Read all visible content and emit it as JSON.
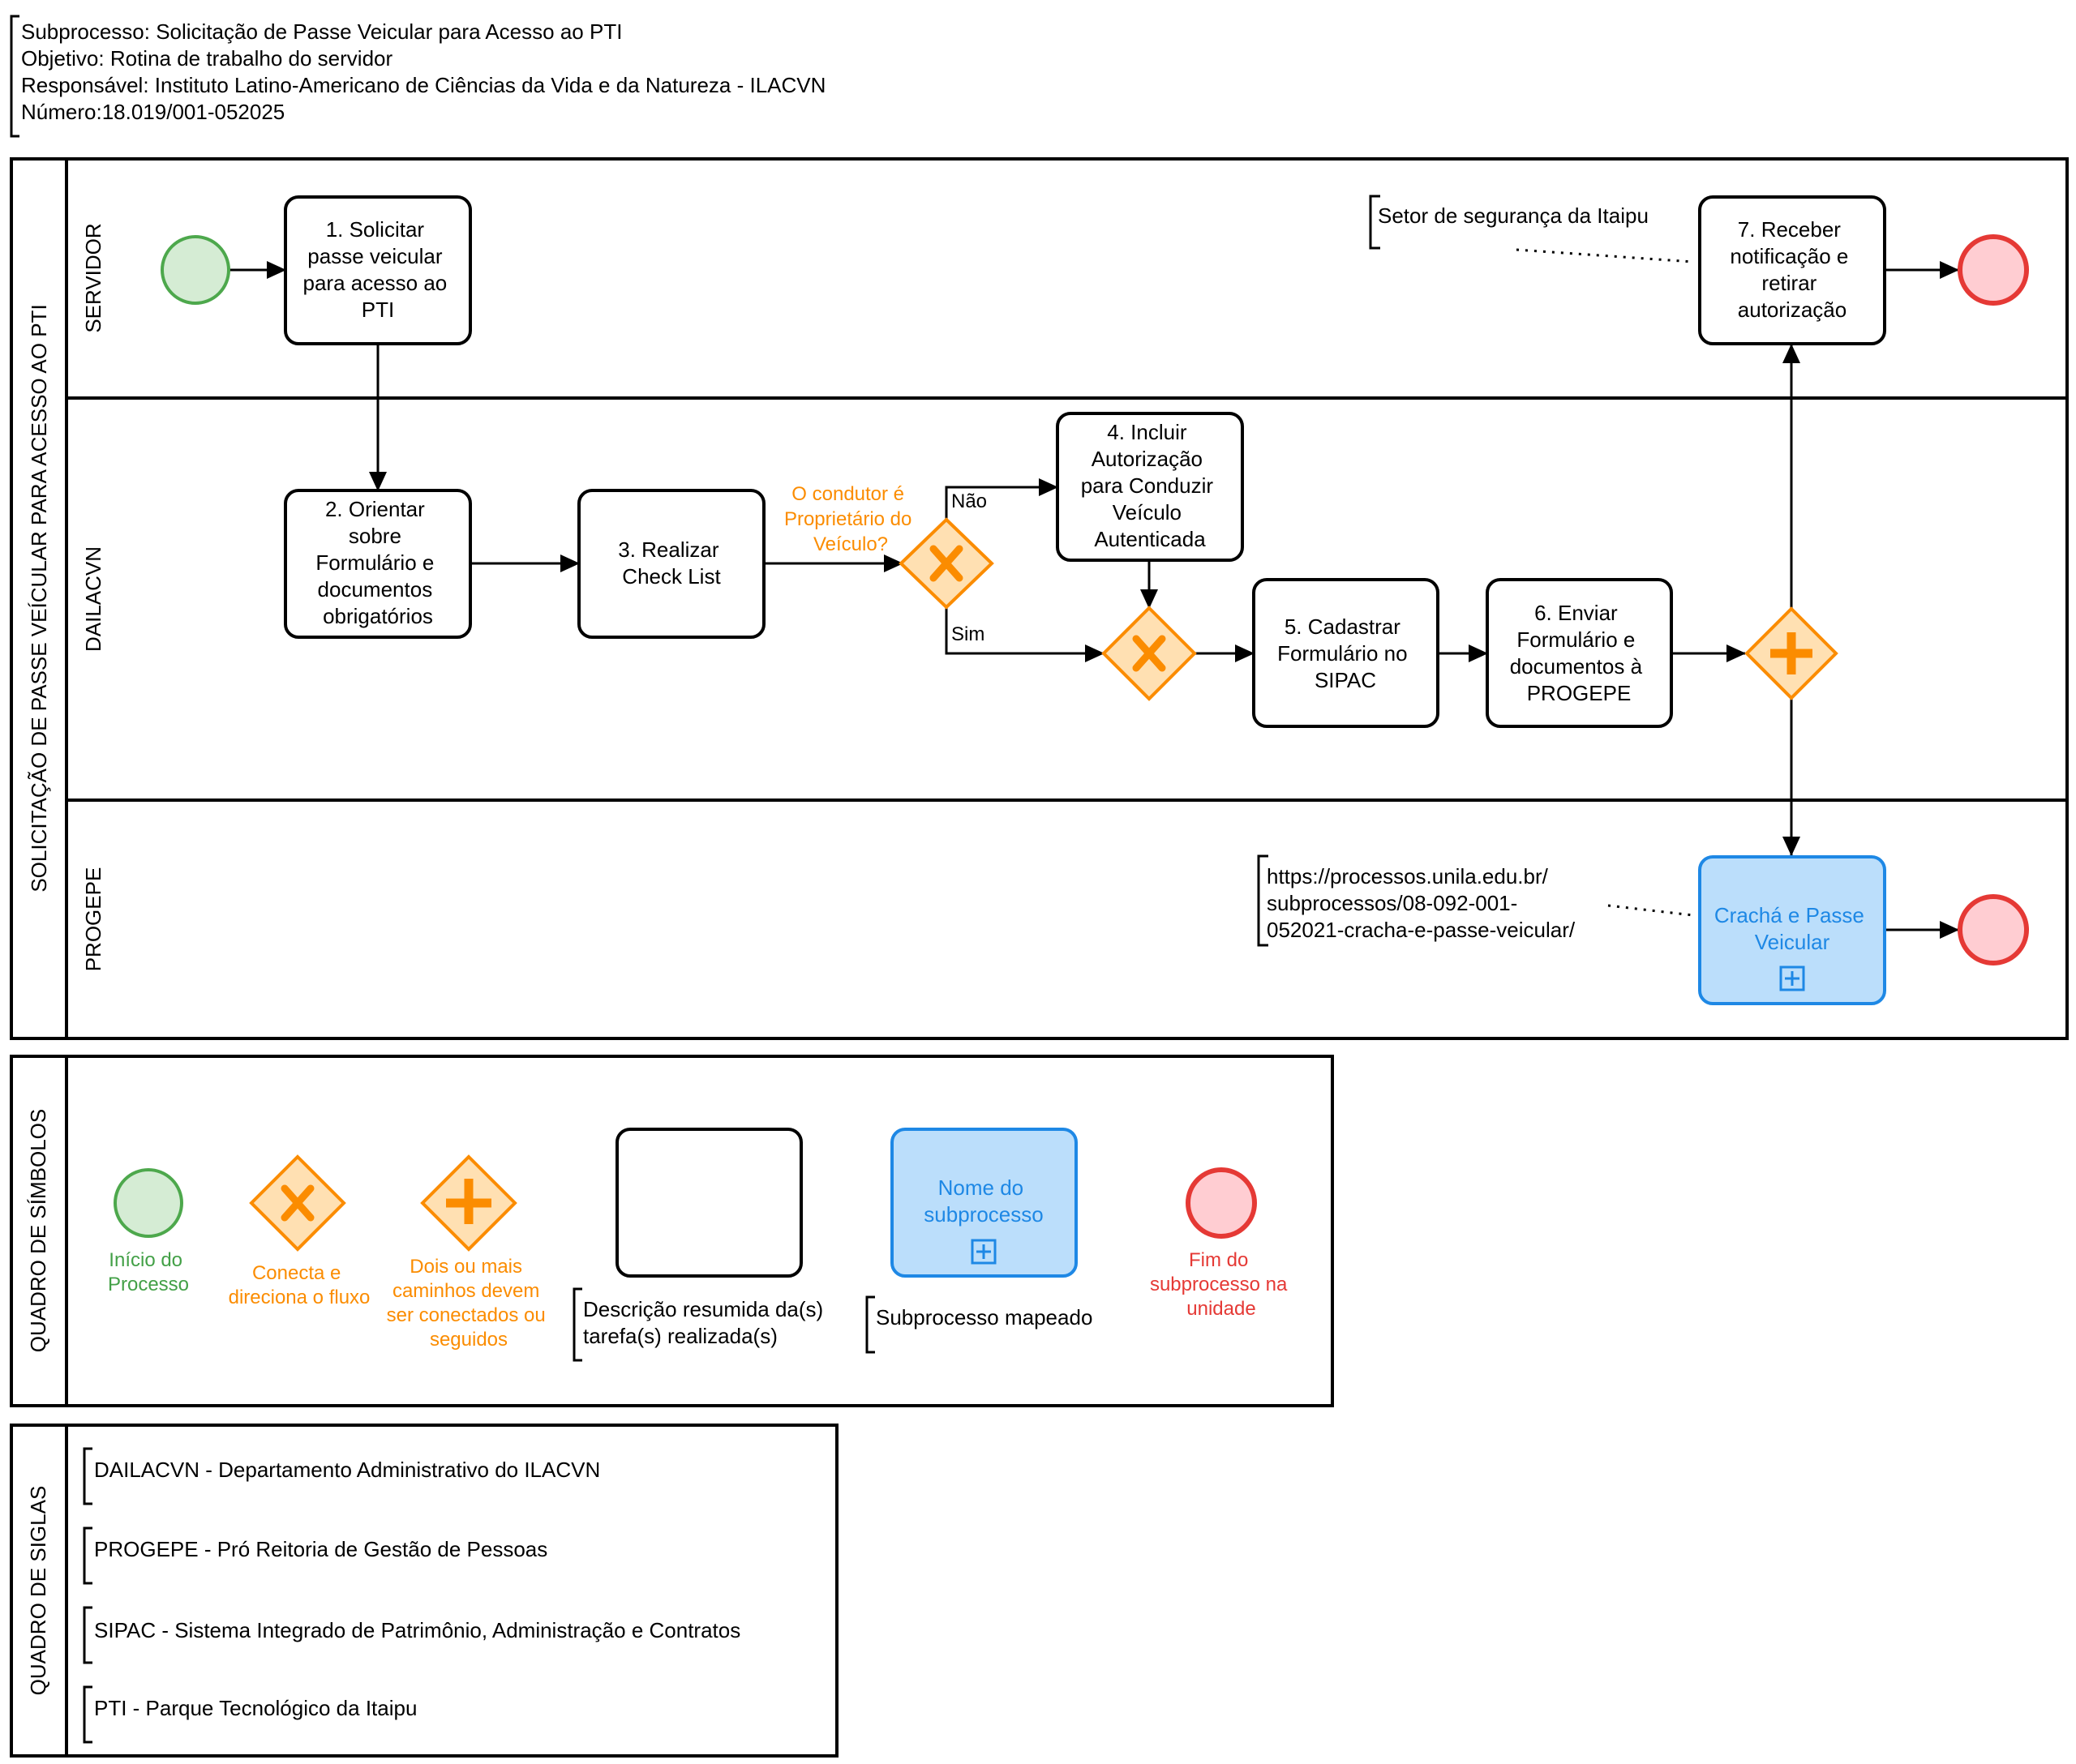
{
  "header": {
    "subprocesso": "Subprocesso: Solicitação de Passe Veicular para Acesso ao PTI",
    "objetivo": "Objetivo: Rotina de trabalho do servidor",
    "responsavel": "Responsável: Instituto Latino-Americano de Ciências da Vida e da Natureza - ILACVN",
    "numero": "Número:18.019/001-052025"
  },
  "pool": {
    "title": "SOLICITAÇÃO DE PASSE VEÍCULAR PARA ACESSO AO PTI",
    "lanes": [
      "SERVIDOR",
      "DAILACVN",
      "PROGEPE"
    ]
  },
  "tasks": {
    "t1": [
      "1. Solicitar",
      "passe veicular",
      "para acesso ao",
      "PTI"
    ],
    "t2": [
      "2. Orientar",
      "sobre",
      "Formulário e",
      "documentos",
      "obrigatórios"
    ],
    "t3": [
      "3. Realizar",
      "Check List"
    ],
    "t4": [
      "4. Incluir",
      "Autorização",
      "para Conduzir",
      "Veículo",
      "Autenticada"
    ],
    "t5": [
      "5. Cadastrar",
      "Formulário no",
      "SIPAC"
    ],
    "t6": [
      "6. Enviar",
      "Formulário e",
      "documentos à",
      "PROGEPE"
    ],
    "t7": [
      "7. Receber",
      "notificação e",
      "retirar",
      "autorização"
    ],
    "subprocess": [
      "Crachá e Passe",
      "Veicular"
    ]
  },
  "gateway": {
    "question": [
      "O condutor é",
      "Proprietário do",
      "Veículo?"
    ],
    "no_label": "Não",
    "yes_label": "Sim"
  },
  "annotations": {
    "security": "Setor de segurança da Itaipu",
    "url": [
      "https://processos.unila.edu.br/",
      "subprocessos/08-092-001-",
      "052021-cracha-e-passe-veicular/"
    ]
  },
  "legend": {
    "title": "QUADRO DE SÍMBOLOS",
    "start": [
      "Início do",
      "Processo"
    ],
    "xor": [
      "Conecta e",
      "direciona o fluxo"
    ],
    "parallel": [
      "Dois ou mais",
      "caminhos devem",
      "ser conectados ou",
      "seguidos"
    ],
    "task_desc": [
      "Descrição resumida da(s)",
      "tarefa(s) realizada(s)"
    ],
    "subprocess_name": [
      "Nome do",
      "subprocesso"
    ],
    "subprocess_desc": "Subprocesso mapeado",
    "end": [
      "Fim do",
      "subprocesso na",
      "unidade"
    ]
  },
  "acronyms": {
    "title": "QUADRO DE SIGLAS",
    "items": [
      "DAILACVN - Departamento Administrativo do ILACVN",
      "PROGEPE - Pró Reitoria de Gestão de Pessoas",
      "SIPAC - Sistema Integrado de Patrimônio, Administração e Contratos",
      "PTI - Parque Tecnológico da Itaipu"
    ]
  },
  "colors": {
    "start_fill": "#d5ecd4",
    "start_stroke": "#4da84c",
    "end_fill": "#ffcdd2",
    "end_stroke": "#e53935",
    "gateway_fill": "#ffe0b2",
    "gateway_stroke": "#fb8c00",
    "subprocess_fill": "#bbdefb",
    "subprocess_stroke": "#1e88e5",
    "legend_green": "#43a047",
    "legend_orange": "#fb8c00",
    "legend_red": "#e53935"
  }
}
